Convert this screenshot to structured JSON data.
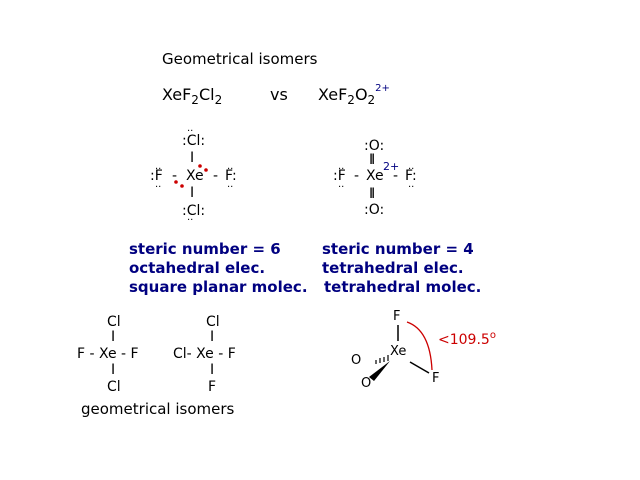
{
  "title": "Geometrical isomers",
  "formula_left": {
    "a": "XeF",
    "b": "2",
    "c": "Cl",
    "d": "2"
  },
  "vs": "vs",
  "formula_right": {
    "a": "XeF",
    "b": "2",
    "c": "O",
    "d": "2",
    "charge": "2+"
  },
  "lewis_left": {
    "top": ":Cl:",
    "bottom": ":Cl:",
    "left": ":F",
    "center": "Xe",
    "right": "F:",
    "dots": "..",
    "bond": "I",
    "dash": "-"
  },
  "lewis_right": {
    "top": ":O:",
    "bottom": ":O:",
    "left": ":F",
    "center": "Xe",
    "right": "F:",
    "dots": "..",
    "double_bond": "II",
    "charge": "2+",
    "dash": "-"
  },
  "desc_left": [
    "steric number = 6",
    "octahedral elec.",
    "square planar molec."
  ],
  "desc_right": [
    "steric number = 4",
    "tetrahedral elec.",
    "tetrahedral molec."
  ],
  "isomer1": {
    "top": "Cl",
    "row": "F - Xe - F",
    "bottom": "Cl",
    "bond": "I"
  },
  "isomer2": {
    "top": "Cl",
    "row": "Cl- Xe - F",
    "bottom": "F",
    "bond": "I"
  },
  "isomers_caption": "geometrical isomers",
  "geometry_3d": {
    "center": "Xe",
    "top": "F",
    "left": "O",
    "bottom_left": "O",
    "bottom_right": "F",
    "angle_label": "<109.5",
    "angle_unit": "o"
  }
}
